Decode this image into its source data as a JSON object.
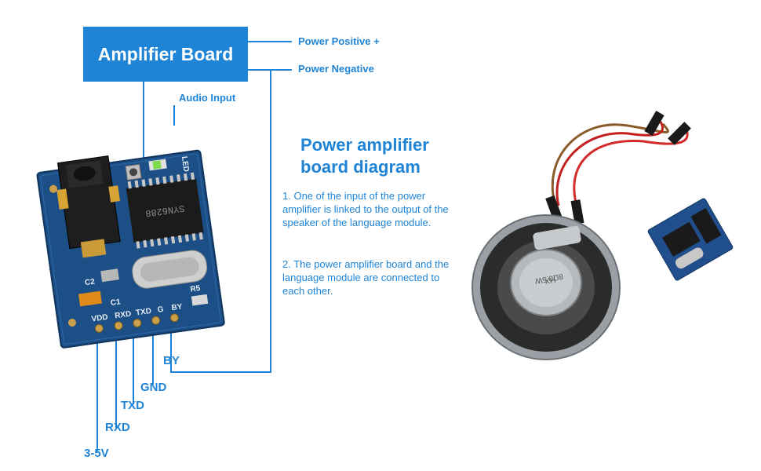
{
  "amplifier_board_label": "Amplifier Board",
  "power_positive_label": "Power Positive +",
  "power_negative_label": "Power Negative",
  "audio_input_label": "Audio Input",
  "heading": [
    "Power amplifier",
    "board diagram"
  ],
  "notes": [
    "1. One of the input of the power amplifier is linked to the output of the speaker of the language module.",
    "2. The power amplifier board and the language module are connected to each other."
  ],
  "board": {
    "chip_marking": "SYN6288",
    "silkscreen": [
      "VDD",
      "RXD",
      "TXD",
      "G",
      "BY",
      "C1",
      "C2",
      "R5",
      "LED"
    ]
  },
  "speaker": {
    "marking": [
      "HX",
      "8Ω0.5W"
    ]
  },
  "pins": [
    "BY",
    "GND",
    "TXD",
    "RXD",
    "3-5V"
  ],
  "colors": {
    "accent": "#1f84d6",
    "pcb": "#1c4f86",
    "background": "#ffffff"
  }
}
